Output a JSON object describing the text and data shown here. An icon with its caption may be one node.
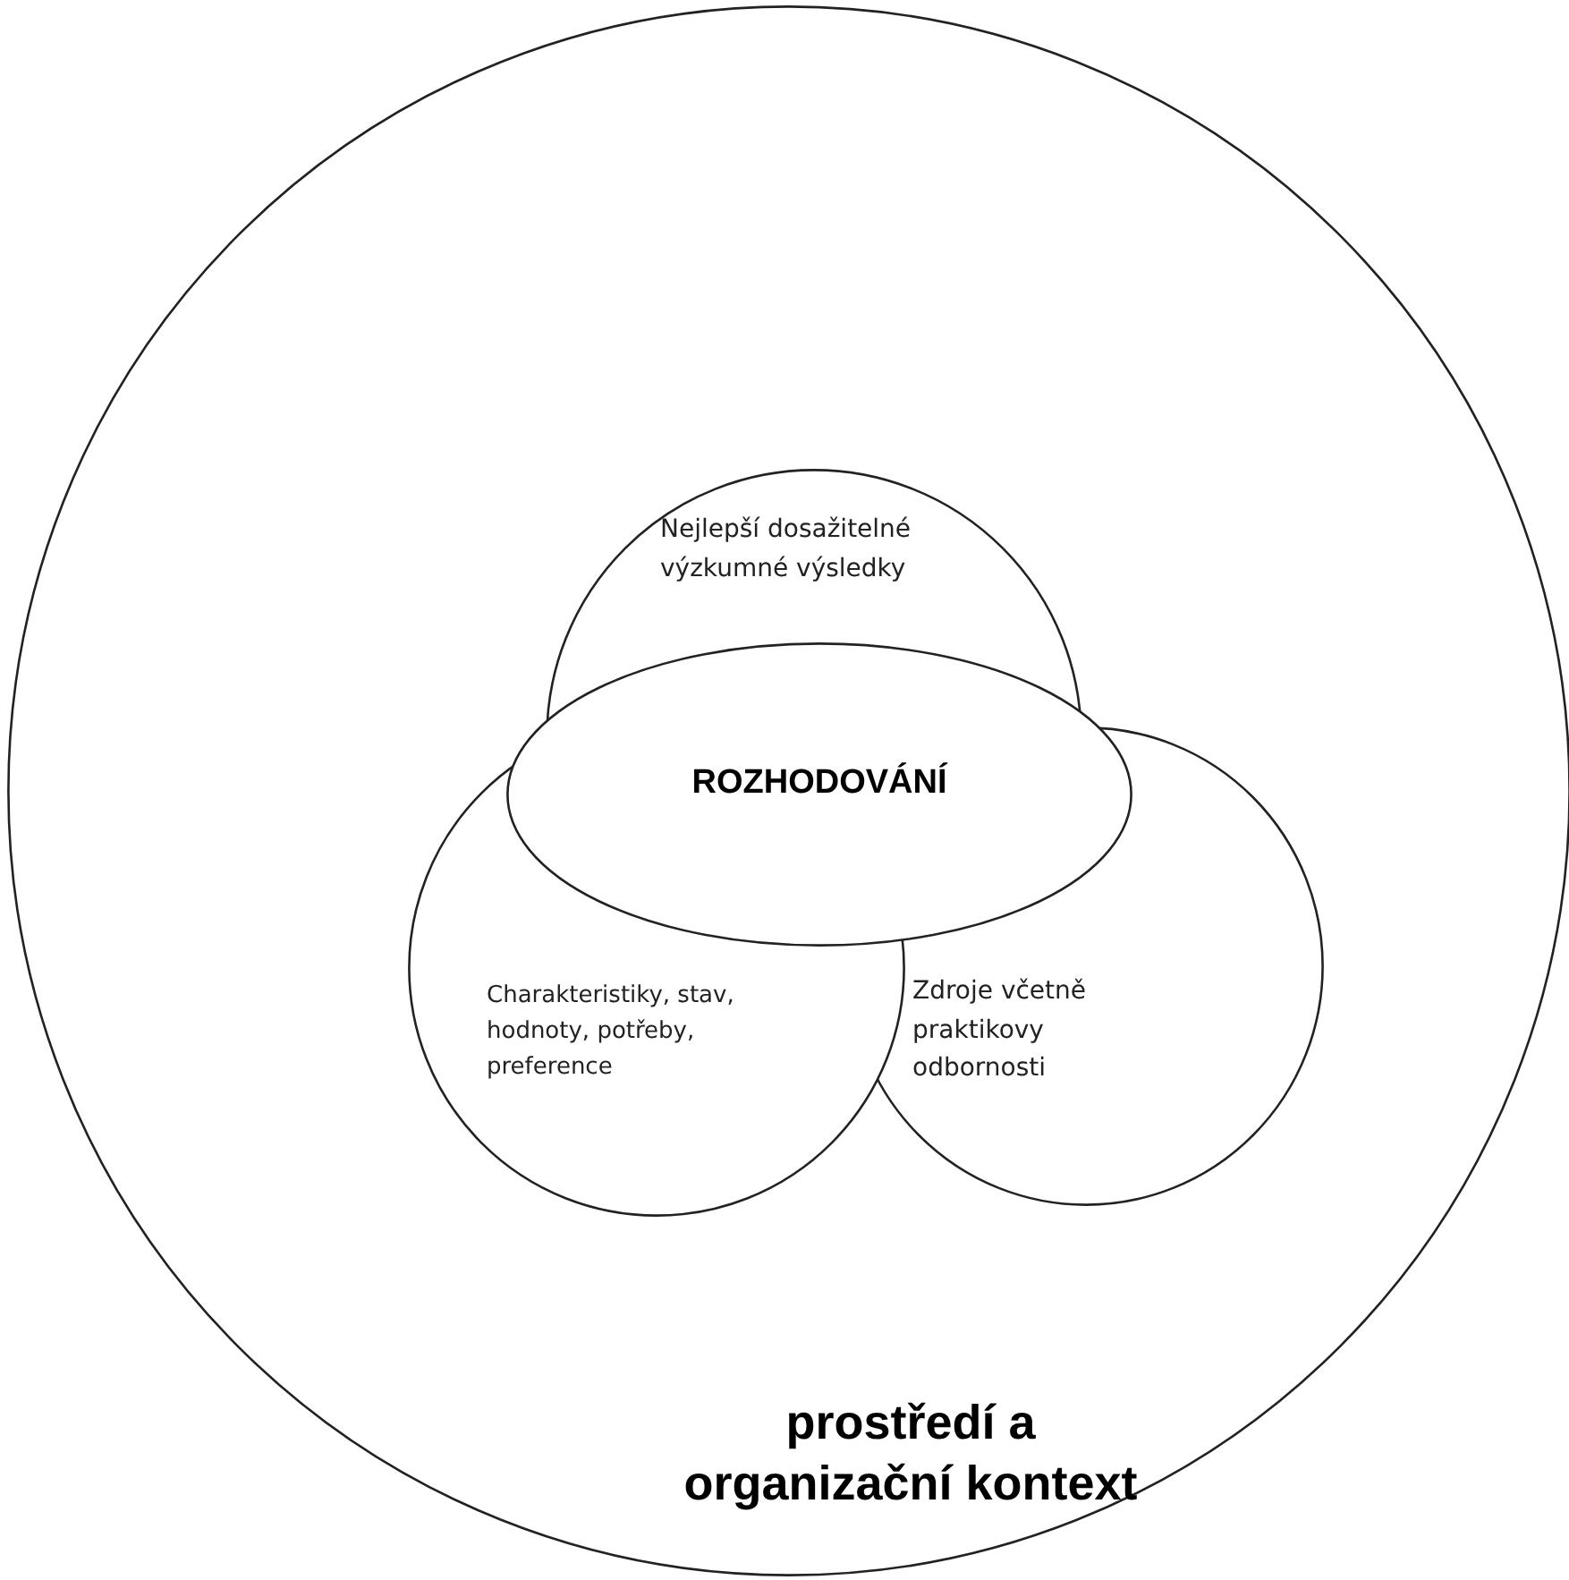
{
  "diagram": {
    "nodes": [
      {
        "text": [
          "prostředí a organizační kontext"
        ]
      },
      {
        "text": [
          "Nejlepší dosažitelné výzkumné výsledky"
        ],
        "in": 0
      },
      {
        "text": [
          "ROZHODOVÁNÍ"
        ],
        "in": 0
      },
      {
        "text": [
          "Charakteristiky, stav, hodnoty, potřeby, preference"
        ],
        "in": 0
      },
      {
        "text": [
          "Zdroje včetně praktikovy odbornosti"
        ],
        "in": 0
      }
    ]
  }
}
